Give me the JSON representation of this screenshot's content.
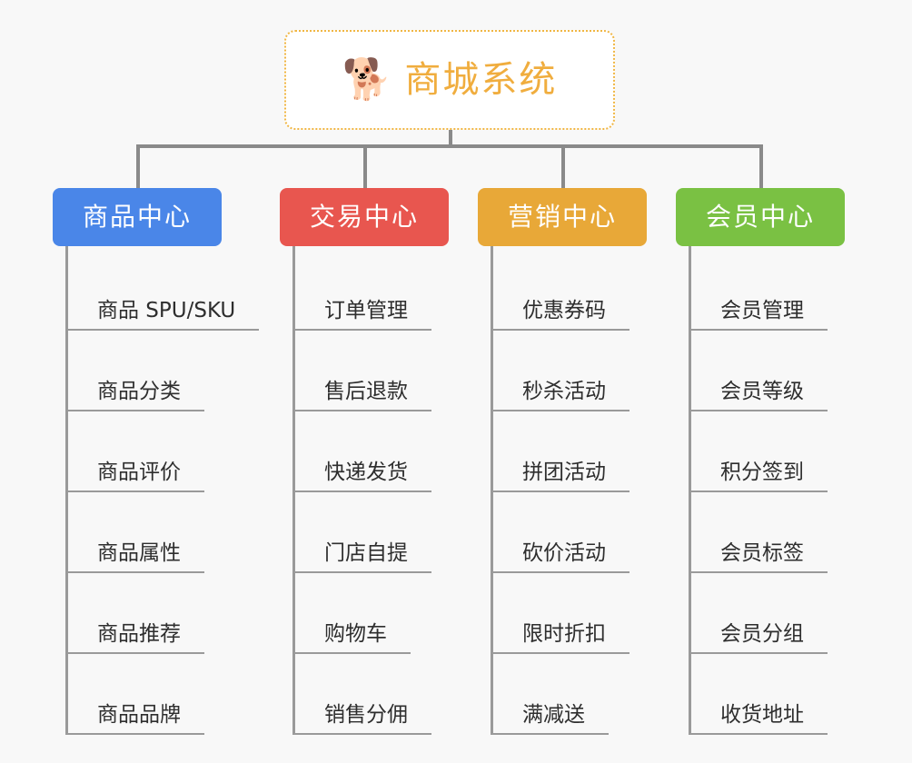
{
  "root": {
    "icon": "shiba-dog-face-icon",
    "icon_glyph": "🐕",
    "title": "商城系统",
    "border_color": "#f0b643",
    "text_color": "#f0ad3e",
    "background": "#ffffff"
  },
  "canvas": {
    "background": "#f8f8f8",
    "connector_color": "#8a8a8a"
  },
  "branches": [
    {
      "title": "商品中心",
      "color": "#4a86e8",
      "items": [
        "商品 SPU/SKU",
        "商品分类",
        "商品评价",
        "商品属性",
        "商品推荐",
        "商品品牌"
      ]
    },
    {
      "title": "交易中心",
      "color": "#e8564f",
      "items": [
        "订单管理",
        "售后退款",
        "快递发货",
        "门店自提",
        "购物车",
        "销售分佣"
      ]
    },
    {
      "title": "营销中心",
      "color": "#e8a838",
      "items": [
        "优惠券码",
        "秒杀活动",
        "拼团活动",
        "砍价活动",
        "限时折扣",
        "满减送"
      ]
    },
    {
      "title": "会员中心",
      "color": "#7ac143",
      "items": [
        "会员管理",
        "会员等级",
        "积分签到",
        "会员标签",
        "会员分组",
        "收货地址"
      ]
    }
  ]
}
